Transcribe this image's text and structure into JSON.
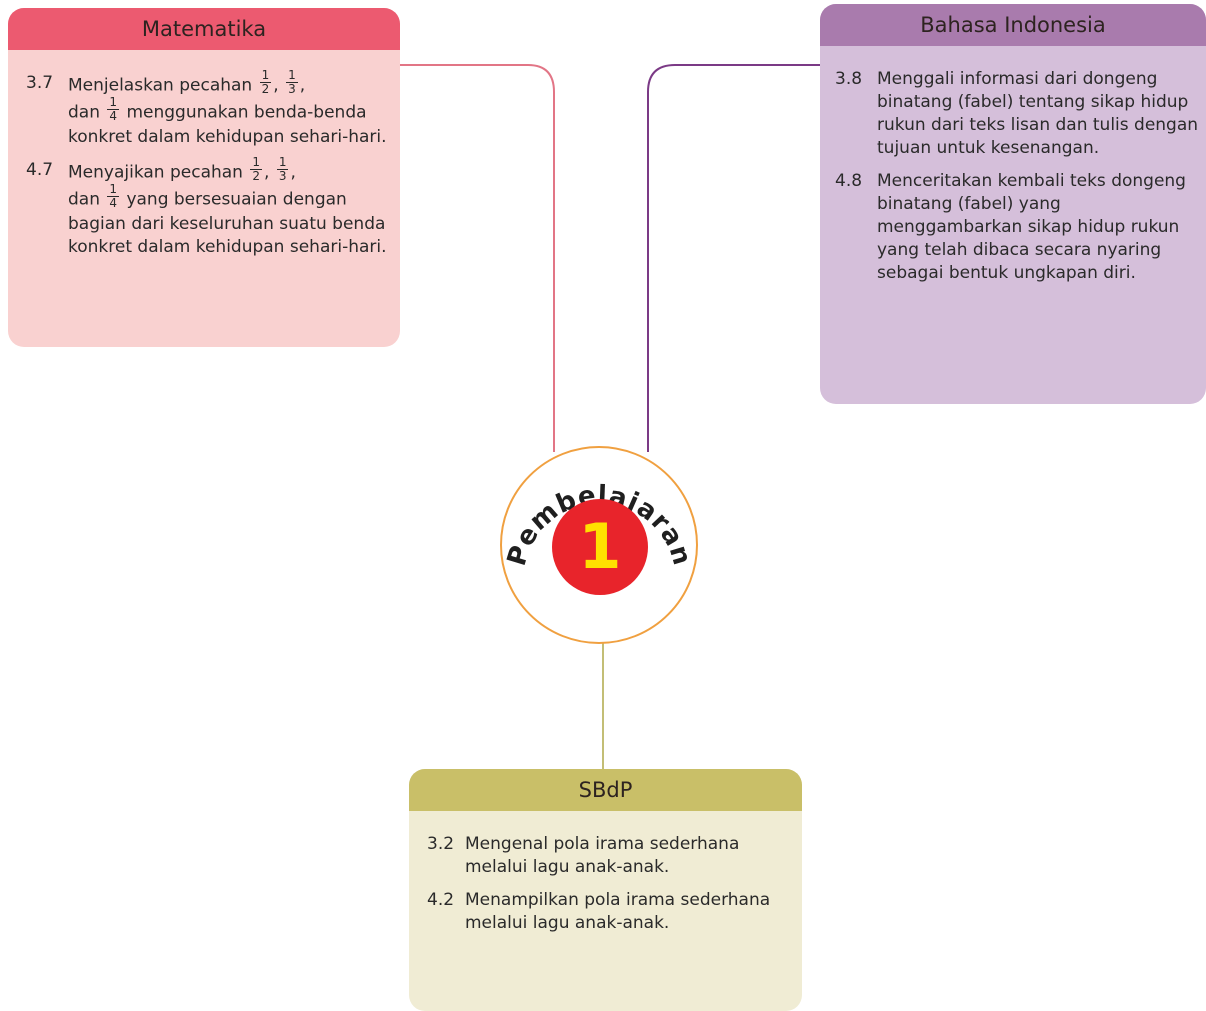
{
  "center": {
    "label": "Pembelajaran",
    "number": "1"
  },
  "colors": {
    "matematika_head": "#ec5a70",
    "matematika_body": "#f9d1d0",
    "matematika_line": "#e27586",
    "bahasa_head": "#a97bad",
    "bahasa_body": "#d5bfda",
    "bahasa_line": "#7b3a86",
    "sbdp_head": "#c9bf68",
    "sbdp_body": "#f0ecd4",
    "sbdp_line": "#c3be76",
    "circle_border": "#f0a040",
    "number_circle": "#e8242b",
    "number_text": "#ffe100"
  },
  "matematika": {
    "title": "Matematika",
    "items": [
      {
        "number": "3.7",
        "p1": "Menjelaskan pecahan",
        "sep": ",",
        "p2": ",",
        "p3": "dan",
        "p4": "menggunakan benda-benda konkret dalam kehidupan sehari-hari."
      },
      {
        "number": "4.7",
        "p1": "Menyajikan pecahan",
        "sep": ",",
        "p2": ",",
        "p3": "dan",
        "p4": "yang bersesuaian dengan bagian dari keseluruhan suatu benda konkret dalam kehidupan sehari-hari."
      }
    ],
    "fractions": [
      {
        "num": "1",
        "den": "2"
      },
      {
        "num": "1",
        "den": "3"
      },
      {
        "num": "1",
        "den": "4"
      }
    ]
  },
  "bahasa": {
    "title": "Bahasa Indonesia",
    "items": [
      {
        "number": "3.8",
        "text": "Menggali informasi dari dongeng binatang (fabel) tentang sikap hidup rukun dari teks lisan dan tulis dengan tujuan untuk kesenangan."
      },
      {
        "number": "4.8",
        "text": "Menceritakan kembali teks dongeng binatang (fabel) yang menggambarkan sikap hidup rukun yang telah dibaca secara nyaring sebagai bentuk ungkapan diri."
      }
    ]
  },
  "sbdp": {
    "title": "SBdP",
    "items": [
      {
        "number": "3.2",
        "text": "Mengenal pola irama sederhana melalui lagu anak-anak."
      },
      {
        "number": "4.2",
        "text": "Menampilkan pola irama sederhana melalui lagu anak-anak."
      }
    ]
  }
}
